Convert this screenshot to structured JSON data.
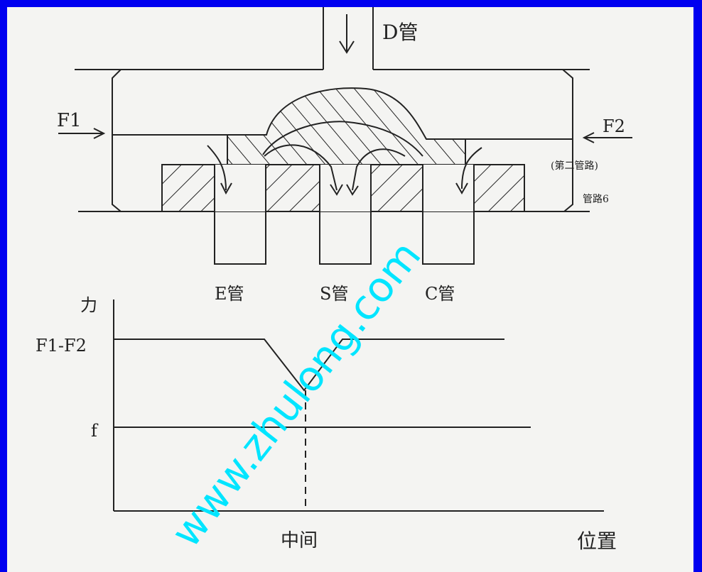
{
  "colors": {
    "frame": "#0000f0",
    "paper": "#f4f4f2",
    "ink": "#222222",
    "watermark": "#00e5ff"
  },
  "valve": {
    "d_pipe": "D管",
    "f1": "F1",
    "f2": "F2",
    "side_note_1": "(第二管路)",
    "side_note_2": "管路6",
    "e_pipe": "E管",
    "s_pipe": "S管",
    "c_pipe": "C管"
  },
  "graph": {
    "y_axis": "力",
    "level_high": "F1-F2",
    "level_low": "f",
    "x_mid": "中间",
    "x_axis": "位置"
  },
  "watermark": "www.zhulong.com"
}
